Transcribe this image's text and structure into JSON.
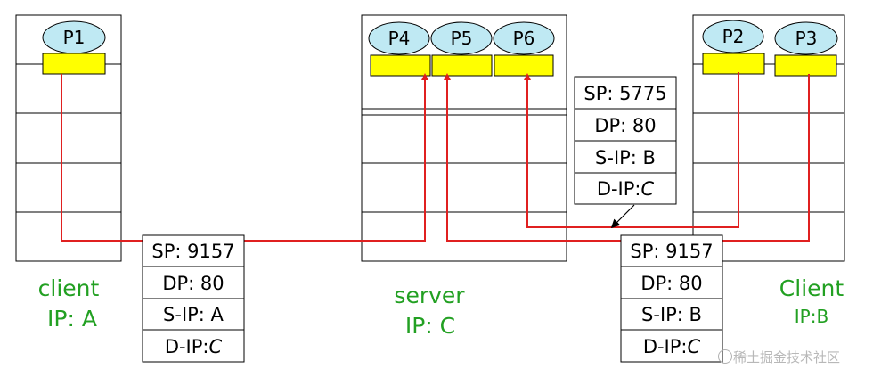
{
  "hosts": {
    "client_a": {
      "label": "client",
      "ip": "IP: A"
    },
    "server": {
      "label": "server",
      "ip": "IP: C"
    },
    "client_b": {
      "label": "Client",
      "ip": "IP:B"
    }
  },
  "processes": {
    "p1": "P1",
    "p2": "P2",
    "p3": "P3",
    "p4": "P4",
    "p5": "P5",
    "p6": "P6"
  },
  "packets": {
    "a_to_c": {
      "sp": "SP: 9157",
      "dp": "DP: 80",
      "sip": "S-IP: A",
      "dip_prefix": "D-IP:",
      "dip_value": "C"
    },
    "b_to_c_1": {
      "sp": "SP: 5775",
      "dp": "DP: 80",
      "sip": "S-IP: B",
      "dip_prefix": "D-IP:",
      "dip_value": "C"
    },
    "b_to_c_2": {
      "sp": "SP: 9157",
      "dp": "DP: 80",
      "sip": "S-IP: B",
      "dip_prefix": "D-IP:",
      "dip_value": "C"
    }
  },
  "watermark": "稀土掘金技术社区",
  "colors": {
    "connection": "#e02020",
    "socket": "#ffff00",
    "process": "#bfe9f3",
    "label": "#22a022"
  }
}
